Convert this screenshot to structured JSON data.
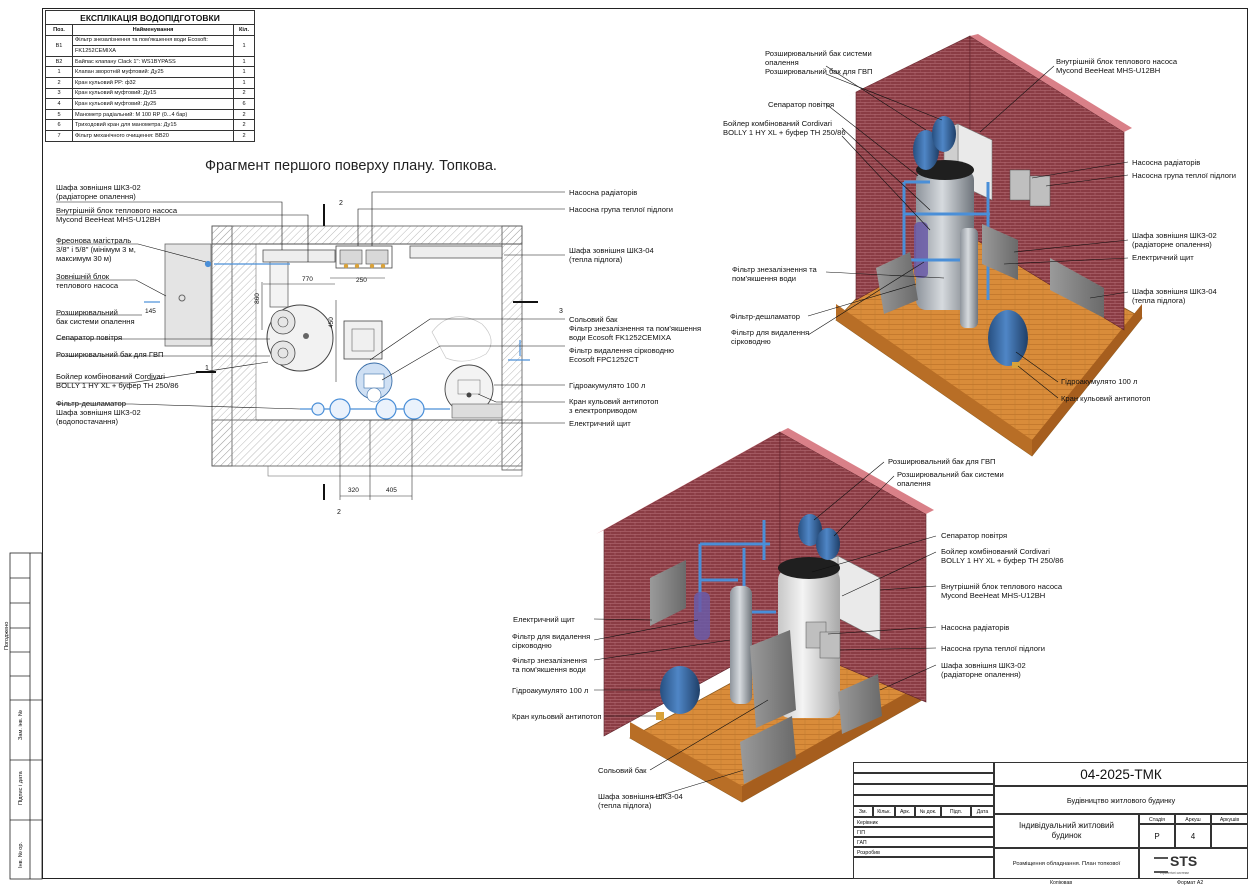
{
  "spec_table": {
    "title": "ЕКСПЛІКАЦІЯ ВОДОПІДГОТОВКИ",
    "headers": [
      "Поз.",
      "Найменування",
      "Кіл."
    ],
    "rows": [
      {
        "pos": "В1",
        "name_l1": "Фільтр знезалізнення та пом'якшення води Ecosoft:",
        "name_l2": "FK1252CEMIXA",
        "qty": "1"
      },
      {
        "pos": "В2",
        "name_l1": "Байпас клапану Clack 1\": WS1BYPASS",
        "name_l2": "",
        "qty": "1"
      },
      {
        "pos": "1",
        "name_l1": "Клапан зворотній муфтовий: Ду25",
        "name_l2": "",
        "qty": "1"
      },
      {
        "pos": "2",
        "name_l1": "Кран кульовий PP: ф32",
        "name_l2": "",
        "qty": "1"
      },
      {
        "pos": "3",
        "name_l1": "Кран кульовий муфтовий: Ду15",
        "name_l2": "",
        "qty": "2"
      },
      {
        "pos": "4",
        "name_l1": "Кран кульовий муфтовий: Ду25",
        "name_l2": "",
        "qty": "6"
      },
      {
        "pos": "5",
        "name_l1": "Манометр радіальний: М 100 RP (0...4 бар)",
        "name_l2": "",
        "qty": "2"
      },
      {
        "pos": "6",
        "name_l1": "Трихoдовий кран для манометра: Ду15",
        "name_l2": "",
        "qty": "2"
      },
      {
        "pos": "7",
        "name_l1": "Фільтр механічного очищення: ВВ20",
        "name_l2": "",
        "qty": "2"
      }
    ]
  },
  "plan": {
    "title": "Фрагмент першого поверху плану. Топкова.",
    "dims": {
      "d770": "770",
      "d250": "250",
      "d860": "860",
      "d320": "320",
      "d405": "405",
      "d450": "450",
      "d145": "145"
    },
    "section_marks": {
      "s1": "1",
      "s2": "2",
      "s3": "3"
    },
    "left_labels": [
      {
        "l1": "Шафа зовнішня ШКЗ-02",
        "l2": "(радіаторне опалення)",
        "l3": ""
      },
      {
        "l1": "Внутрішній блок теплового насоса",
        "l2": "Mycond BeeHeat MHS-U12BH",
        "l3": ""
      },
      {
        "l1": "Фреонова магістраль",
        "l2": "3/8\" і 5/8\" (мінімум 3 м,",
        "l3": "максимум 30 м)"
      },
      {
        "l1": "Зовнішній блок",
        "l2": "теплового насоса",
        "l3": ""
      },
      {
        "l1": "Розширювальний",
        "l2": "бак системи опалення",
        "l3": ""
      },
      {
        "l1": "Сепаратор повітря",
        "l2": "",
        "l3": ""
      },
      {
        "l1": "Розширювальний бак для ГВП",
        "l2": "",
        "l3": ""
      },
      {
        "l1": "Бойлер комбінований Cordivari",
        "l2": "BOLLY 1 HY XL + буфер TH 250/86",
        "l3": ""
      },
      {
        "l1": "Фільтр-дешламатор",
        "l2": "Шафа зовнішня ШКЗ-02",
        "l3": "(водопостачання)"
      }
    ],
    "right_labels": [
      {
        "l1": "Насосна радіаторів",
        "l2": "",
        "l3": ""
      },
      {
        "l1": "Насосна група теплої підлоги",
        "l2": "",
        "l3": ""
      },
      {
        "l1": "Шафа зовнішня ШКЗ-04",
        "l2": "(тепла підлога)",
        "l3": ""
      },
      {
        "l1": "Сольовий бак",
        "l2": "Фільтр знезалізнення та пом'якшення",
        "l3": "води Ecosoft FK1252CEMIXA"
      },
      {
        "l1": "Фільтр видалення сірководню",
        "l2": "Ecosoft FPC1252CT",
        "l3": ""
      },
      {
        "l1": "Гідроакумулято 100 л",
        "l2": "",
        "l3": ""
      },
      {
        "l1": "Кран кульовий антипотоп",
        "l2": "з електроприводом",
        "l3": ""
      },
      {
        "l1": "Електричний щит",
        "l2": "",
        "l3": ""
      }
    ]
  },
  "view1": {
    "labels": [
      {
        "l1": "Розширювальний бак системи",
        "l2": "опалення",
        "l3": "Розширювальний бак для ГВП"
      },
      {
        "l1": "Внутрішній блок теплового насоса",
        "l2": "Mycond BeeHeat MHS-U12BH",
        "l3": ""
      },
      {
        "l1": "Сепаратор повітря",
        "l2": "",
        "l3": ""
      },
      {
        "l1": "Бойлер комбінований Cordivari",
        "l2": "BOLLY 1 HY XL + буфер TH 250/86",
        "l3": ""
      },
      {
        "l1": "Насосна радіаторів",
        "l2": "Насосна група теплої підлоги",
        "l3": ""
      },
      {
        "l1": "Шафа зовнішня ШКЗ-02",
        "l2": "(радіаторне опалення)",
        "l3": "Електричний щит"
      },
      {
        "l1": "Фільтр знезалізнення та",
        "l2": "пом'якшення води",
        "l3": ""
      },
      {
        "l1": "Шафа зовнішня ШКЗ-04",
        "l2": "(тепла підлога)",
        "l3": ""
      },
      {
        "l1": "Фільтр-дешламатор",
        "l2": "",
        "l3": ""
      },
      {
        "l1": "Фільтр для видалення",
        "l2": "сірководню",
        "l3": ""
      },
      {
        "l1": "Гідроакумулято 100 л",
        "l2": "",
        "l3": ""
      },
      {
        "l1": "Кран кульовий антипотоп",
        "l2": "",
        "l3": ""
      }
    ]
  },
  "view2": {
    "labels": [
      {
        "l1": "Розширювальний бак для ГВП",
        "l2": "",
        "l3": ""
      },
      {
        "l1": "Розширювальний бак системи",
        "l2": "опалення",
        "l3": ""
      },
      {
        "l1": "Сепаратор повітря",
        "l2": "",
        "l3": ""
      },
      {
        "l1": "Бойлер комбінований Cordivari",
        "l2": "BOLLY 1 HY XL + буфер TH 250/86",
        "l3": ""
      },
      {
        "l1": "Внутрішній блок теплового насоса",
        "l2": "Mycond BeeHeat MHS-U12BH",
        "l3": ""
      },
      {
        "l1": "Насосна радіаторів",
        "l2": "",
        "l3": ""
      },
      {
        "l1": "Насосна група теплої підлоги",
        "l2": "",
        "l3": ""
      },
      {
        "l1": "Шафа зовнішня ШКЗ-02",
        "l2": "(радіаторне опалення)",
        "l3": ""
      },
      {
        "l1": "Електричний щит",
        "l2": "",
        "l3": ""
      },
      {
        "l1": "Фільтр для видалення",
        "l2": "сірководню",
        "l3": ""
      },
      {
        "l1": "Фільтр знезалізнення",
        "l2": "та пом'якшення води",
        "l3": ""
      },
      {
        "l1": "Гідроакумулято 100 л",
        "l2": "",
        "l3": ""
      },
      {
        "l1": "Кран кульовий антипотоп",
        "l2": "",
        "l3": ""
      },
      {
        "l1": "Сольовий бак",
        "l2": "",
        "l3": ""
      },
      {
        "l1": "Шафа зовнішня ШКЗ-04",
        "l2": "(тепла підлога)",
        "l3": ""
      }
    ]
  },
  "side_strip": {
    "pogodzheno": "Погоджено",
    "inv_zam": "Зам. інв. №",
    "pidpys": "Підпис і дата",
    "inv_pidl": "Інв. № ор."
  },
  "title_block": {
    "code": "04-2025-ТМК",
    "project": "Будівництво житлового будинку",
    "object_l1": "Індивідуальний житловий",
    "object_l2": "будинок",
    "sheet_title": "Розміщення обладнання. План топкової",
    "col_heads": [
      "Зм.",
      "Кільк.",
      "Арк.",
      "№ док.",
      "Підп.",
      "Дата"
    ],
    "roles": [
      "Керівник",
      "ГІП",
      "ГАП",
      "Розробив"
    ],
    "stage_head": "Стадія",
    "sheet_head": "Аркуш",
    "sheets_head": "Аркушів",
    "stage": "Р",
    "sheet": "4",
    "sheets": "",
    "logo": "STS",
    "logo_sub": "стратегічні системи",
    "copied": "Копіював",
    "format": "Формат А2"
  },
  "colors": {
    "brick": "#8a3c44",
    "brick_top": "#d98088",
    "floor": "#d98c3a",
    "tank_blue": "#3a6ea8",
    "pipe": "#4a8fd8"
  }
}
